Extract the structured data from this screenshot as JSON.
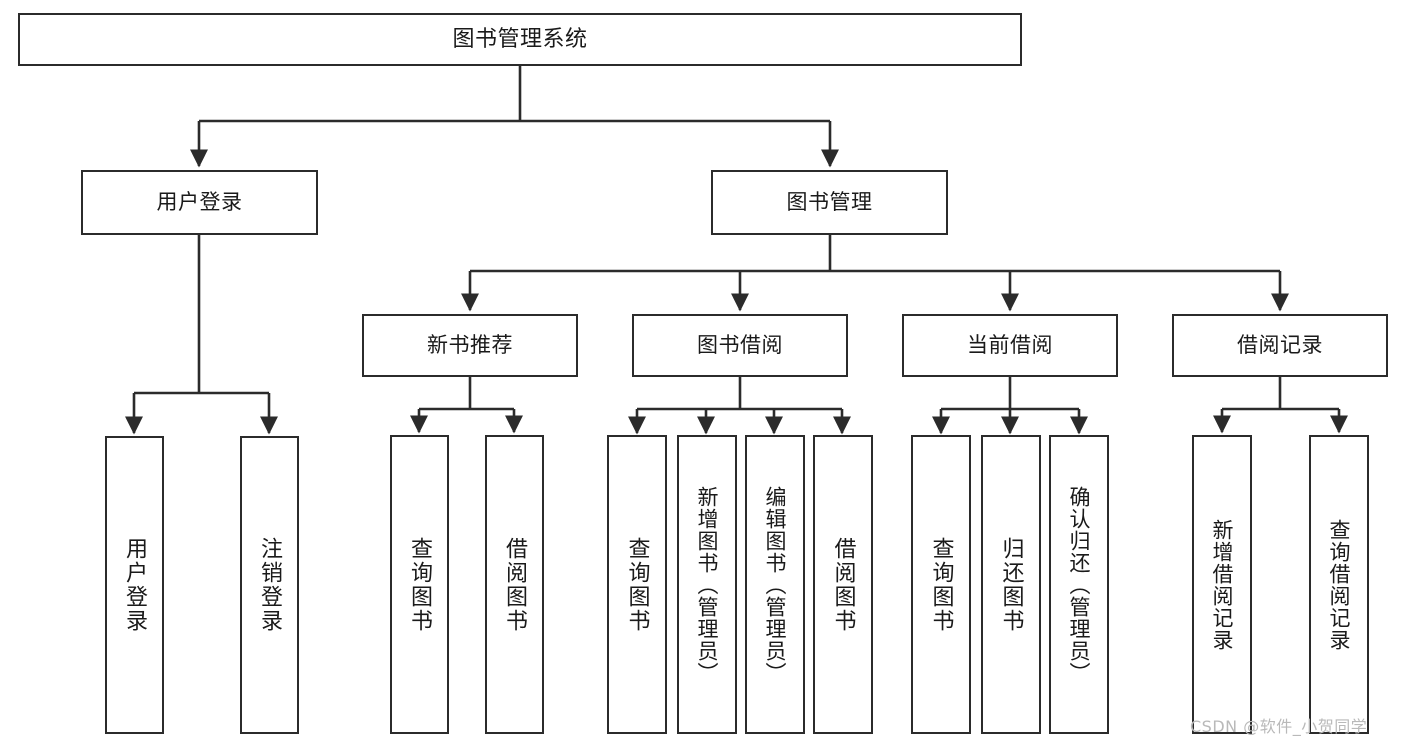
{
  "diagram": {
    "title": "图书管理系统",
    "type": "功能结构图",
    "root": {
      "label": "图书管理系统"
    },
    "level2": [
      {
        "label": "用户登录"
      },
      {
        "label": "图书管理"
      }
    ],
    "level3": [
      {
        "label": "新书推荐"
      },
      {
        "label": "图书借阅"
      },
      {
        "label": "当前借阅"
      },
      {
        "label": "借阅记录"
      }
    ],
    "leaves": {
      "user_login": [
        {
          "label": "用户登录"
        },
        {
          "label": "注销登录"
        }
      ],
      "new_book_recommend": [
        {
          "label": "查询图书"
        },
        {
          "label": "借阅图书"
        }
      ],
      "book_borrow": [
        {
          "label": "查询图书"
        },
        {
          "label": "新增图书（管理员）"
        },
        {
          "label": "编辑图书（管理员）"
        },
        {
          "label": "借阅图书"
        }
      ],
      "current_borrow": [
        {
          "label": "查询图书"
        },
        {
          "label": "归还图书"
        },
        {
          "label": "确认归还（管理员）"
        }
      ],
      "borrow_record": [
        {
          "label": "新增借阅记录"
        },
        {
          "label": "查询借阅记录"
        }
      ]
    }
  },
  "watermark": {
    "text": "CSDN @软件_小贺同学"
  },
  "colors": {
    "stroke": "#2b2b2b",
    "background": "#ffffff",
    "text": "#1a1a1a",
    "watermark": "#b9b9b9"
  }
}
